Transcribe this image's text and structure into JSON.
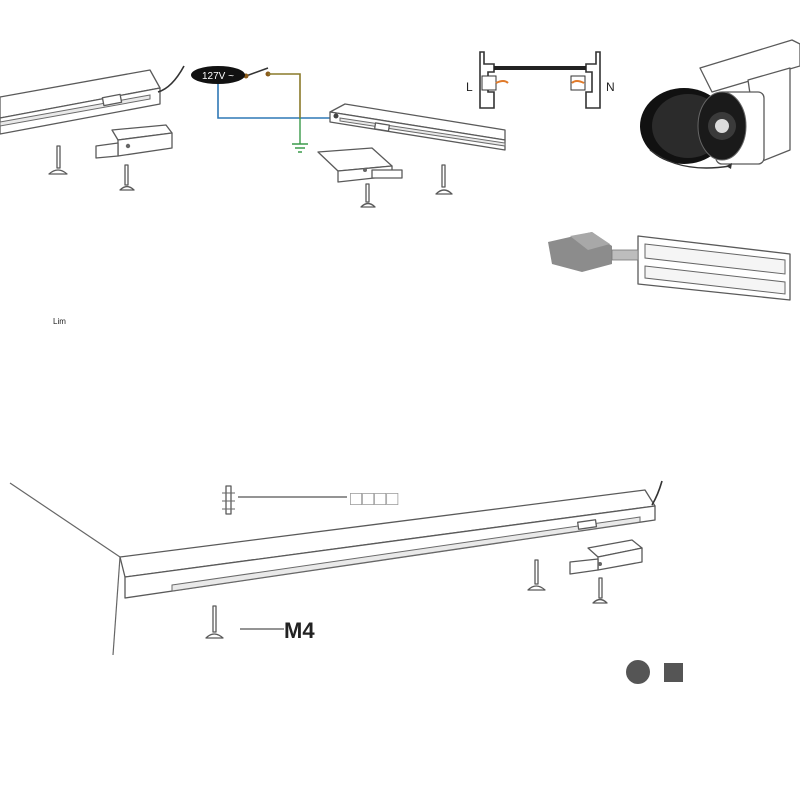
{
  "wiring": {
    "voltage_label": "127V ~",
    "line_label": "L",
    "neutral_label": "N"
  },
  "lower_diagram": {
    "screw_size_label": "M4",
    "pointer_label": "□□□□"
  },
  "stray_text": "Lim",
  "colors": {
    "line_art": "#5a5a5a",
    "live_wire": "#8a7a2a",
    "neutral_wire": "#2f78b5",
    "ground_wire": "#3a9a4a",
    "badge_fill": "#111111",
    "connector_gray": "#8c8c8c",
    "marker_gray": "#555555"
  },
  "icons": [
    "screw-icon",
    "ground-symbol-icon",
    "switch-icon",
    "circle-marker-icon",
    "square-marker-icon"
  ]
}
